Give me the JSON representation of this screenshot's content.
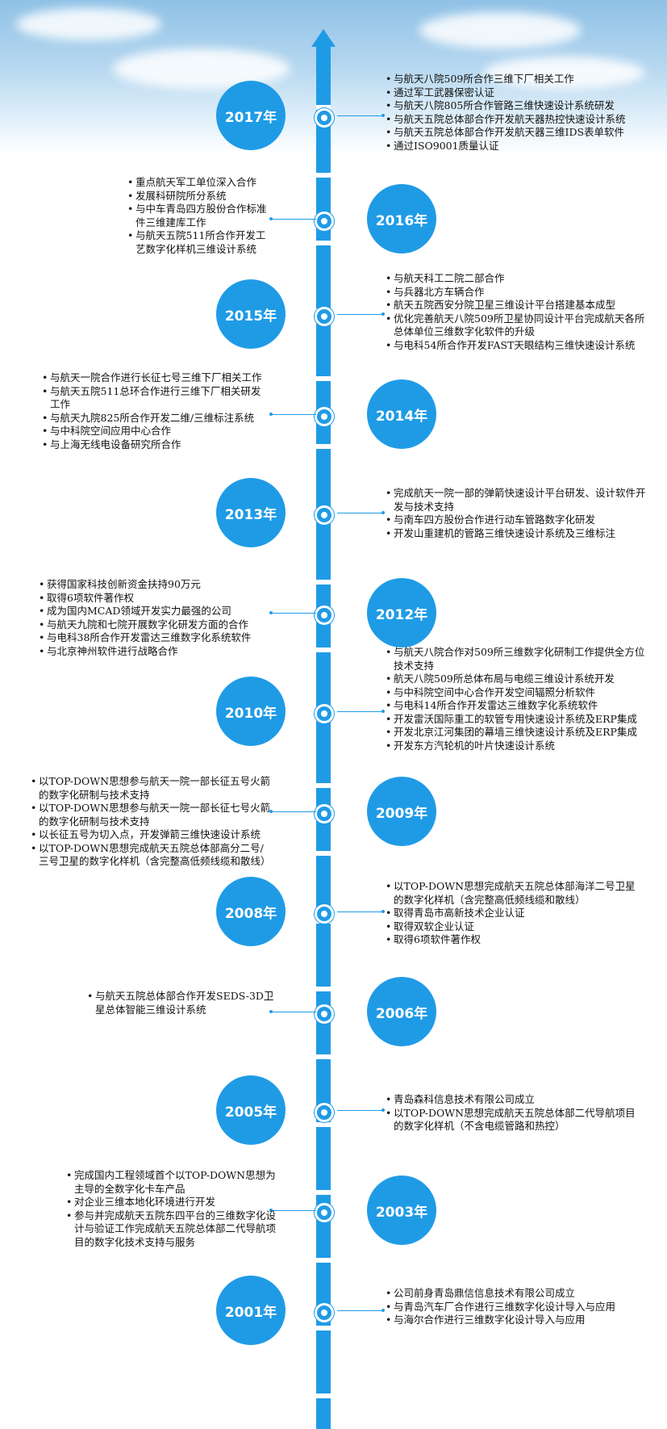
{
  "colors": {
    "accent": "#1f9be6",
    "background_sky": "#8fc1e6"
  },
  "timeline": [
    {
      "year": "2017年",
      "items": [
        "与航天八院509所合作三维下厂相关工作",
        "通过军工武器保密认证",
        "与航天八院805所合作管路三维快速设计系统研发",
        "与航天五院总体部合作开发航天器热控快速设计系统",
        "与航天五院总体部合作开发航天器三维IDS表单软件",
        "通过ISO9001质量认证"
      ]
    },
    {
      "year": "2016年",
      "items": [
        "重点航天军工单位深入合作",
        "发展科研院所分系统",
        "与中车青岛四方股份合作标准件三维建库工作",
        "与航天五院511所合作开发工艺数字化样机三维设计系统"
      ]
    },
    {
      "year": "2015年",
      "items": [
        "与航天科工二院二部合作",
        "与兵器北方车辆合作",
        "航天五院西安分院卫星三维设计平台搭建基本成型",
        "优化完善航天八院509所卫星协同设计平台完成航天各所总体单位三维数字化软件的升级",
        "与电科54所合作开发FAST天眼结构三维快速设计系统"
      ]
    },
    {
      "year": "2014年",
      "items": [
        "与航天一院合作进行长征七号三维下厂相关工作",
        "与航天五院511总环合作进行三维下厂相关研发工作",
        "与航天九院825所合作开发二维/三维标注系统",
        "与中科院空间应用中心合作",
        "与上海无线电设备研究所合作"
      ]
    },
    {
      "year": "2013年",
      "items": [
        "完成航天一院一部的弹箭快速设计平台研发、设计软件开发与技术支持",
        "与南车四方股份合作进行动车管路数字化研发",
        "开发山重建机的管路三维快速设计系统及三维标注"
      ]
    },
    {
      "year": "2012年",
      "items": [
        "获得国家科技创新资金扶持90万元",
        "取得6项软件著作权",
        "成为国内MCAD领域开发实力最强的公司",
        "与航天九院和七院开展数字化研发方面的合作",
        "与电科38所合作开发雷达三维数字化系统软件",
        "与北京神州软件进行战略合作"
      ]
    },
    {
      "year": "2010年",
      "items": [
        "与航天八院合作对509所三维数字化研制工作提供全方位技术支持",
        "航天八院509所总体布局与电缆三维设计系统开发",
        "与中科院空间中心合作开发空间辐照分析软件",
        "与电科14所合作开发雷达三维数字化系统软件",
        "开发雷沃国际重工的软管专用快速设计系统及ERP集成",
        "开发北京江河集团的幕墙三维快速设计系统及ERP集成",
        "开发东方汽轮机的叶片快速设计系统"
      ]
    },
    {
      "year": "2009年",
      "items": [
        "以TOP-DOWN思想参与航天一院一部长征五号火箭的数字化研制与技术支持",
        "以TOP-DOWN思想参与航天一院一部长征七号火箭的数字化研制与技术支持",
        "以长征五号为切入点，开发弹箭三维快速设计系统",
        "以TOP-DOWN思想完成航天五院总体部高分二号/三号卫星的数字化样机（含完整高低频线缆和散线）"
      ]
    },
    {
      "year": "2008年",
      "items": [
        "以TOP-DOWN思想完成航天五院总体部海洋二号卫星的数字化样机（含完整高低频线缆和散线）",
        "取得青岛市高新技术企业认证",
        "取得双软企业认证",
        "取得6项软件著作权"
      ]
    },
    {
      "year": "2006年",
      "items": [
        "与航天五院总体部合作开发SEDS-3D卫星总体智能三维设计系统"
      ]
    },
    {
      "year": "2005年",
      "items": [
        "青岛森科信息技术有限公司成立",
        "以TOP-DOWN思想完成航天五院总体部二代导航项目的数字化样机（不含电缆管路和热控）"
      ]
    },
    {
      "year": "2003年",
      "items": [
        "完成国内工程领域首个以TOP-DOWN思想为主导的全数字化卡车产品",
        "对企业三维本地化环境进行开发",
        "参与并完成航天五院东四平台的三维数字化设计与验证工作完成航天五院总体部二代导航项目的数字化技术支持与服务"
      ]
    },
    {
      "year": "2001年",
      "items": [
        "公司前身青岛鼎信信息技术有限公司成立",
        "与青岛汽车厂合作进行三维数字化设计导入与应用",
        "与海尔合作进行三维数字化设计导入与应用"
      ]
    }
  ]
}
